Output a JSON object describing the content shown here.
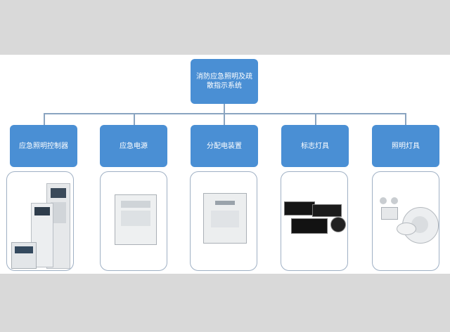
{
  "diagram": {
    "root": {
      "label": "消防应急照明及疏散指示系统"
    },
    "children": [
      {
        "label": "应急照明控制器"
      },
      {
        "label": "应急电源"
      },
      {
        "label": "分配电装置"
      },
      {
        "label": "标志灯具"
      },
      {
        "label": "照明灯具"
      }
    ]
  },
  "colors": {
    "box_fill": "#4a8fd4",
    "connector": "#8aa4c0",
    "background": "#d9d9d9"
  }
}
